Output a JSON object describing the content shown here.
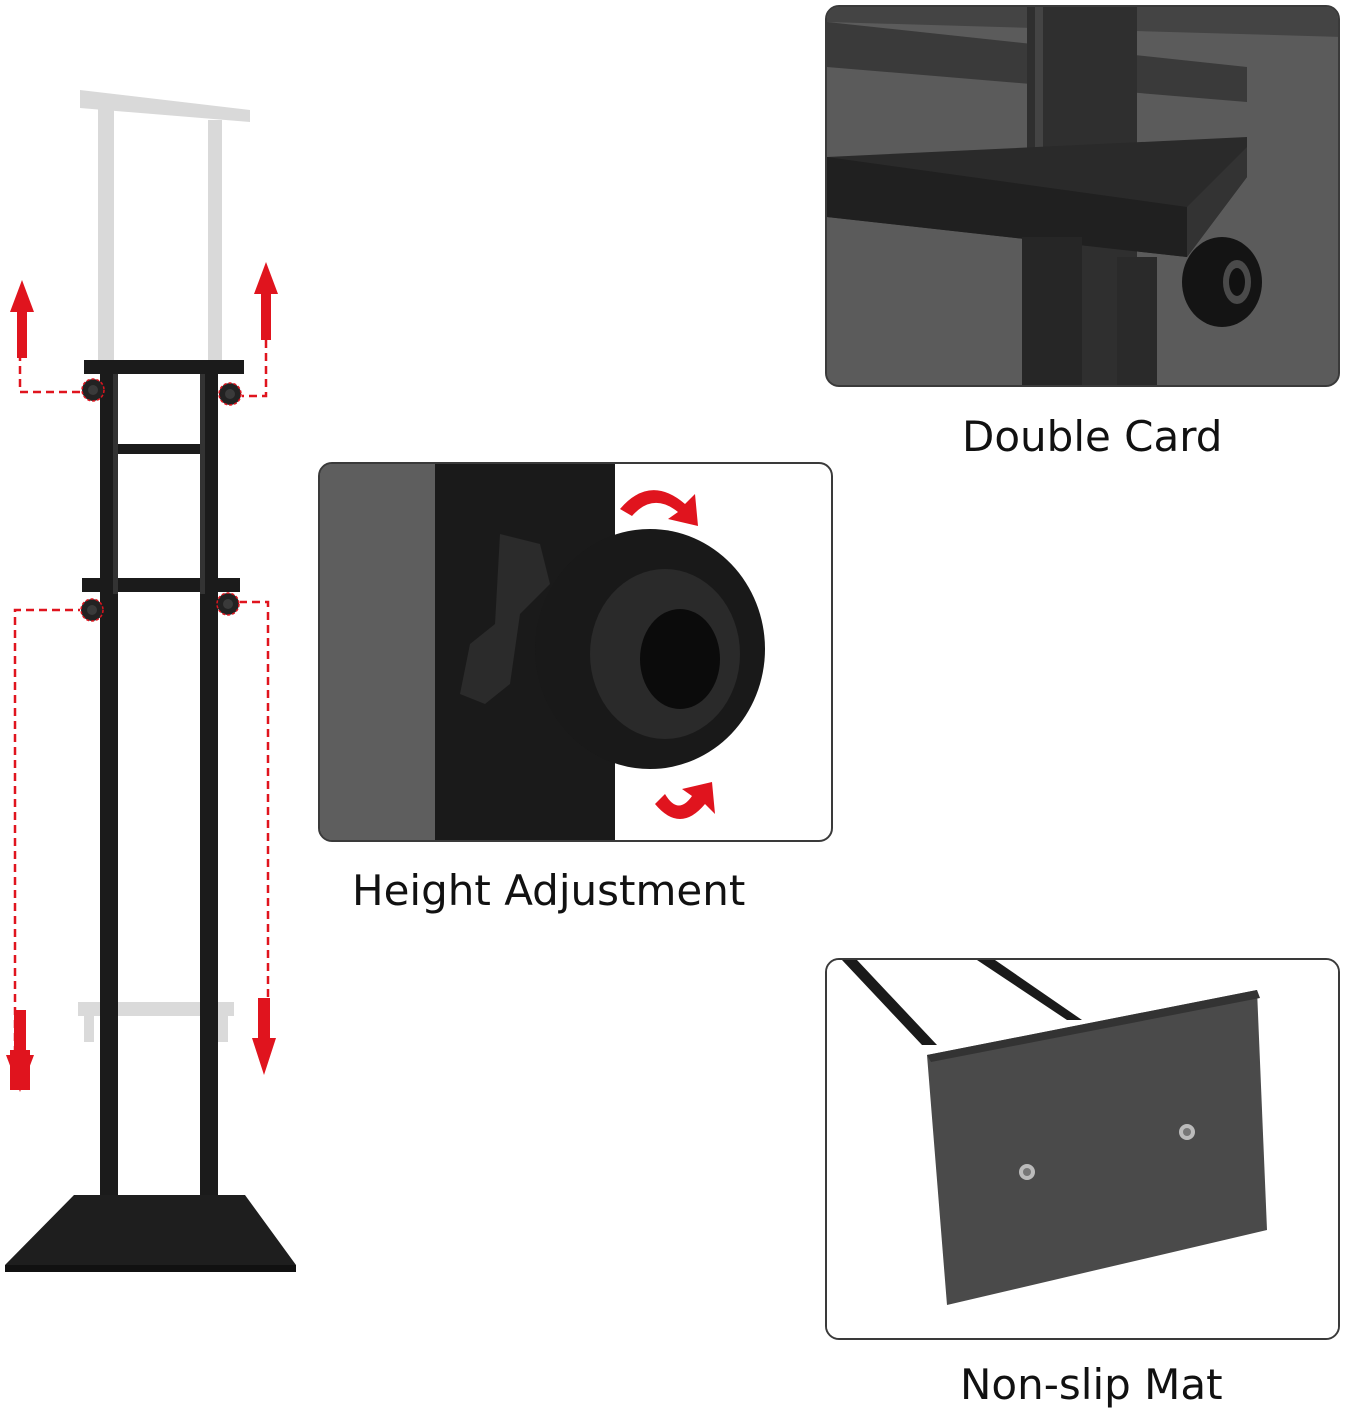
{
  "captions": {
    "double_card": "Double Card",
    "height_adjustment": "Height Adjustment",
    "non_slip_mat": "Non-slip Mat"
  },
  "colors": {
    "metal": "#1a1a1a",
    "ghost_frame": "#d6d6d6",
    "arrow_red": "#e0141e",
    "panel_border": "#3a3a3a"
  },
  "icons": [
    "arrow-up-icon",
    "arrow-down-icon",
    "rotate-arrow-icon"
  ]
}
